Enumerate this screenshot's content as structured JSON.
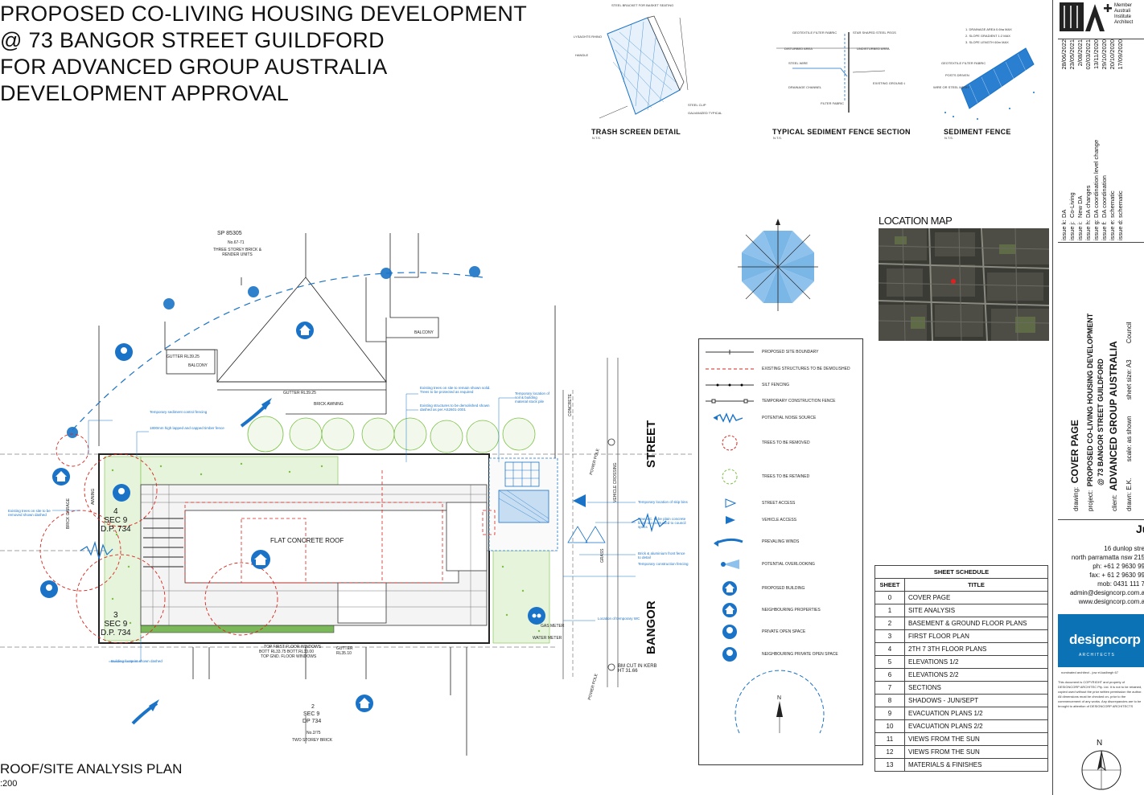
{
  "heading": {
    "lines": [
      "PROPOSED CO-LIVING HOUSING DEVELOPMENT",
      "@ 73 BANGOR STREET GUILDFORD",
      "FOR ADVANCED GROUP AUSTRALIA",
      "DEVELOPMENT APPROVAL"
    ]
  },
  "details": {
    "trash": "TRASH  SCREEN  DETAIL",
    "sediment_section": "TYPICAL SEDIMENT FENCE SECTION",
    "sediment_fence": "SEDIMENT FENCE",
    "nts": "N.T.S."
  },
  "location_map": {
    "label": "LOCATION MAP"
  },
  "plan": {
    "title": "ROOF/SITE ANALYSIS PLAN",
    "scale": ":200",
    "street_top": "STREET",
    "street_bottom": "BANGOR",
    "sp_label": "SP 85305",
    "sp_address": "No.67-71",
    "sp_desc": "THREE STOREY BRICK & RENDER UNITS",
    "roof_label": "FLAT CONCRETE ROOF",
    "lot4": "4\nSEC 9\nD.P. 734",
    "lot3": "3\nSEC 9\nD.P. 734",
    "lot2_a": "2",
    "lot2_b": "SEC 9",
    "lot2_c": "DP 734",
    "lot2_d": "No.2/75",
    "lot2_e": "TWO STOREY BRICK",
    "balcony": "BALCONY",
    "brick_awning": "BRICK AWNING",
    "gutter_top": "GUTTER RL39.25",
    "gutter_left": "GUTTER RL39.25",
    "brick_garage": "BRICK GARAGE",
    "awning": "AWNING",
    "concrete": "CONCRETE",
    "vehicle_crossing": "VEHICLE CROSSING",
    "grass": "GRASS",
    "power_pole": "POWER POLE",
    "bm": "BM CUT IN KERB\nHT 31.66",
    "gas_meter": "GAS METER",
    "water_meter": "WATER METER",
    "gutter_bottom": "GUTTER\nRL35.10",
    "top_first": "TOP FIRST FLOOR WINDOWS",
    "bott_rl": "BOTT RL33.75   BOTT.RL33.00",
    "top_gnd": "TOP GND. FLOOR WINDOWS",
    "notes": {
      "sediment": "Temporary sediment control fencing",
      "fence": "1800mm high lapped and capped timber fence",
      "existing_trees": "Existing trees on site to be removed shown dashed",
      "trees_remain": "Existing trees on site to remain shown solid. Trees to be protected as required",
      "demolished": "Existing structures to be demolished shown dashed as per AS2601-2001",
      "stockpile": "Temporary location of soil & building material stock pile",
      "skip": "Temporary location of skip bins",
      "vc": "New V.C. to be plain concrete finish & constructed to council specs",
      "brick_fence": "Brick & aluminium front fence to detail",
      "temp_fence": "Temporary construction fencing",
      "temp_wc": "Location of temporary WC",
      "footprint": "Building footprint shown dashed"
    }
  },
  "legend": [
    {
      "icon": "boundary-line-icon",
      "label": "PROPOSED SITE BOUNDARY"
    },
    {
      "icon": "demolish-line-icon",
      "label": "EXISTING STRUCTURES TO BE DEMOLISHED"
    },
    {
      "icon": "silt-fence-icon",
      "label": "SILT FENCING"
    },
    {
      "icon": "construction-fence-icon",
      "label": "TEMPORARY CONSTRUCTION FENCE"
    },
    {
      "icon": "noise-source-icon",
      "label": "POTENTIAL NOISE SOURCE"
    },
    {
      "icon": "tree-removed-icon",
      "label": "TREES TO BE REMOVED"
    },
    {
      "icon": "tree-retained-icon",
      "label": "TREES TO BE RETAINED"
    },
    {
      "icon": "street-access-icon",
      "label": "STREET ACCESS"
    },
    {
      "icon": "vehicle-access-icon",
      "label": "VEHICLE ACCESS"
    },
    {
      "icon": "winds-icon",
      "label": "PREVALING WINDS"
    },
    {
      "icon": "overlooking-icon",
      "label": "POTENTIAL OVERLOOKING"
    },
    {
      "icon": "proposed-building-icon",
      "label": "PROPOSED BUILDING"
    },
    {
      "icon": "neighbour-property-icon",
      "label": "NEIGHBOURING PROPERTIES"
    },
    {
      "icon": "private-space-icon",
      "label": "PRIVATE OPEN SPACE"
    },
    {
      "icon": "neighbour-space-icon",
      "label": "NEIGHBOURING PRIVATE OPEN SPACE"
    }
  ],
  "schedule": {
    "title": "SHEET SCHEDULE",
    "col_sheet": "SHEET",
    "col_title": "TITLE",
    "rows": [
      [
        "0",
        "COVER PAGE"
      ],
      [
        "1",
        "SITE ANALYSIS"
      ],
      [
        "2",
        "BASEMENT & GROUND FLOOR PLANS"
      ],
      [
        "3",
        "FIRST FLOOR PLAN"
      ],
      [
        "4",
        "2TH 7 3TH FLOOR PLANS"
      ],
      [
        "5",
        "ELEVATIONS 1/2"
      ],
      [
        "6",
        "ELEVATIONS 2/2"
      ],
      [
        "7",
        "SECTIONS"
      ],
      [
        "8",
        "SHADOWS - JUN/SEPT"
      ],
      [
        "9",
        "EVACUATION PLANS 1/2"
      ],
      [
        "10",
        "EVACUATION PLANS 2/2"
      ],
      [
        "11",
        "VIEWS FROM THE SUN"
      ],
      [
        "12",
        "VIEWS FROM THE SUN"
      ],
      [
        "13",
        "MATERIALS & FINISHES"
      ]
    ]
  },
  "titleblock": {
    "member": "Member\nAustrali\nInstitute\nArchitect",
    "issues": [
      {
        "issue": "issue k:",
        "desc": "DA",
        "date": "28/06/2022"
      },
      {
        "issue": "issue j:",
        "desc": "Co-Living",
        "date": "23/05/2021"
      },
      {
        "issue": "issue i:",
        "desc": "New DA",
        "date": "2/08/2021"
      },
      {
        "issue": "issue h:",
        "desc": "DA changes",
        "date": "02/03/2021"
      },
      {
        "issue": "issue g:",
        "desc": "DA coordination level change",
        "date": "13/11/2020"
      },
      {
        "issue": "issue f:",
        "desc": "DA coordination",
        "date": "29/10/2020"
      },
      {
        "issue": "issue e:",
        "desc": "schematic",
        "date": "20/10/2020"
      },
      {
        "issue": "issue d:",
        "desc": "schematic",
        "date": "17/09/2020"
      }
    ],
    "drawing_lbl": "drawing:",
    "drawing": "COVER PAGE",
    "project_lbl": "project:",
    "project1": "PROPOSED CO-LIVING HOUSING DEVELOPMENT",
    "project2": "@ 73 BANGOR STREET GUILDFORD",
    "client_lbl": "client:",
    "client": "ADVANCED GROUP AUSTRALIA",
    "drawn_lbl": "drawn:",
    "drawn": "E.K.",
    "scale_lbl": "scale:",
    "scale": "as shown",
    "sheet_lbl": "sheet size:",
    "sheet": "A3",
    "council": "Council",
    "address1": "16 dunlop stre",
    "address2": "north parramatta nsw 215",
    "phone": "ph: +61 2 9630 99",
    "fax": "fax: + 61 2 9630 99",
    "mob": "mob: 0431 111 7",
    "email": "admin@designcorp.com.a",
    "web": "www.designcorp.com.a",
    "logo": "designcorp",
    "logo_sub": "A R C H I T E C T S",
    "nominated": "nominated architect - jow el-kadbegh 67",
    "copyright": "This document is COPYRIGHT and property of DESIGNCORP ARCHITEC Pty. Ltd. It is not to be retained, copied used without the prior written permission the author. All dimensions must be checked on- prior to the commencement of any works. Any discrepancies are to be brought to attention of DESIGNCORP ARCHITECTS",
    "north": "N",
    "ju": "Ju"
  },
  "colors": {
    "blue": "#1a73c7",
    "red": "#d9251c",
    "green": "#7ac143",
    "logo_bg": "#0a72b5"
  }
}
